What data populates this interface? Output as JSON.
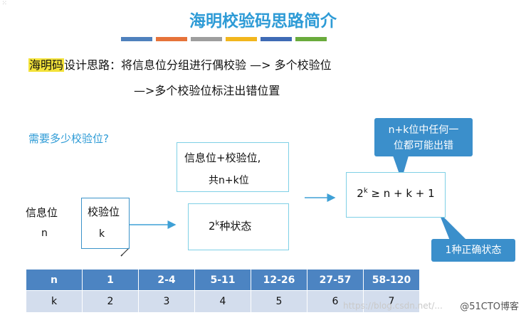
{
  "title": "海明校验码思路简介",
  "title_bar_colors": [
    "#4f81bd",
    "#e6733a",
    "#9e9e9e",
    "#f2b61d",
    "#3f6bb5",
    "#6aab3c"
  ],
  "intro": {
    "highlight": "海明码",
    "line1_rest": "设计思路：将信息位分组进行偶校验 —> 多个校验位",
    "line2": "—>多个校验位标注出错位置"
  },
  "question": "需要多少校验位?",
  "left_labels": {
    "info_bit": "信息位",
    "n": "n"
  },
  "check_box": {
    "label": "校验位",
    "k": "k"
  },
  "info_box": {
    "line1": "信息位+校验位,",
    "line2": "共n+k位"
  },
  "state_box": {
    "base": "2",
    "exp": "k",
    "text": "种状态"
  },
  "inequality": {
    "base": "2",
    "exp": "k",
    "rest": " ≥ n + k + 1"
  },
  "callout_top": {
    "line1": "n+k位中任何一",
    "line2": "位都可能出错"
  },
  "callout_bottom": "1种正确状态",
  "table": {
    "header": [
      "n",
      "1",
      "2-4",
      "5-11",
      "12-26",
      "27-57",
      "58-120"
    ],
    "row": [
      "k",
      "2",
      "3",
      "4",
      "5",
      "6",
      "7"
    ]
  },
  "watermark": "@51CTO博客",
  "watermark_faint": "https://blog.csdn.net/..."
}
